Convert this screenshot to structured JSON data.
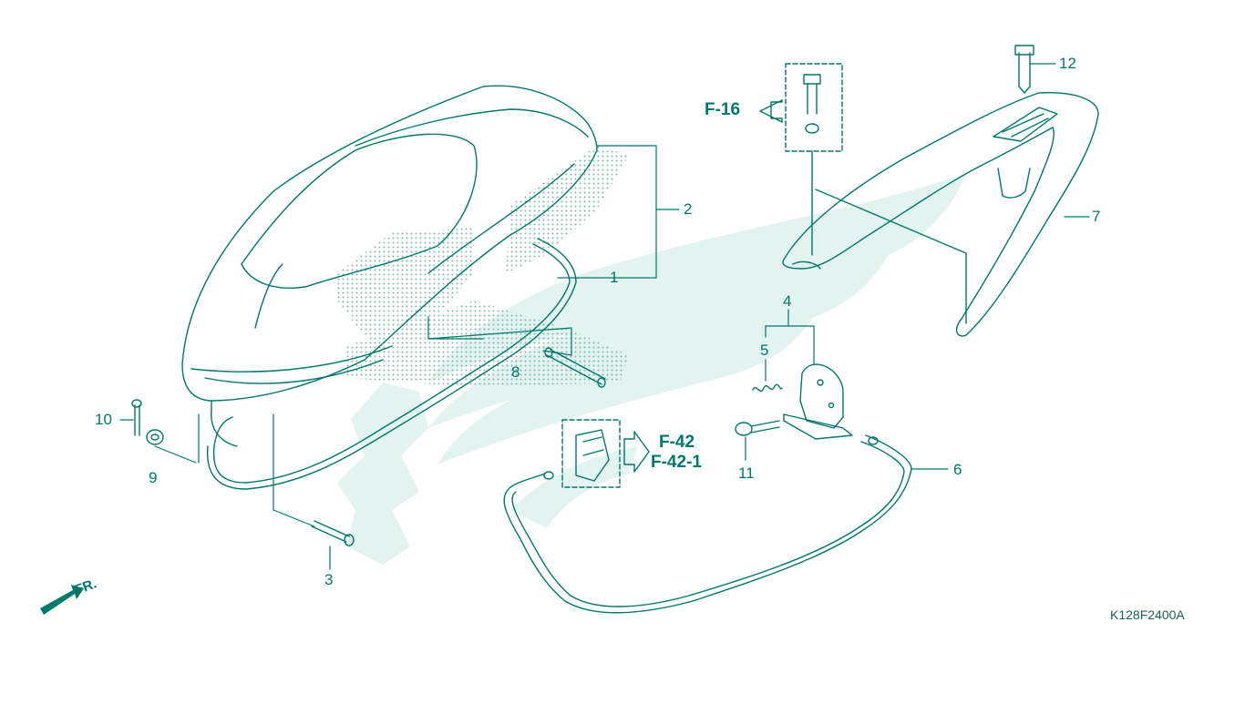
{
  "diagram": {
    "code": "K128F2400A",
    "front_marker": "FR.",
    "colors": {
      "line": "#00786a",
      "watermark": "#e3f3ef",
      "dots": "#7fb8ad"
    },
    "parts": [
      {
        "id": "1",
        "label": "1"
      },
      {
        "id": "2",
        "label": "2"
      },
      {
        "id": "3",
        "label": "3"
      },
      {
        "id": "4",
        "label": "4"
      },
      {
        "id": "5",
        "label": "5"
      },
      {
        "id": "6",
        "label": "6"
      },
      {
        "id": "7",
        "label": "7"
      },
      {
        "id": "8",
        "label": "8"
      },
      {
        "id": "9",
        "label": "9"
      },
      {
        "id": "10",
        "label": "10"
      },
      {
        "id": "11",
        "label": "11"
      },
      {
        "id": "12",
        "label": "12"
      }
    ],
    "references": [
      {
        "id": "f16",
        "label": "F-16"
      },
      {
        "id": "f42",
        "label": "F-42"
      },
      {
        "id": "f42-1",
        "label": "F-42-1"
      }
    ]
  }
}
